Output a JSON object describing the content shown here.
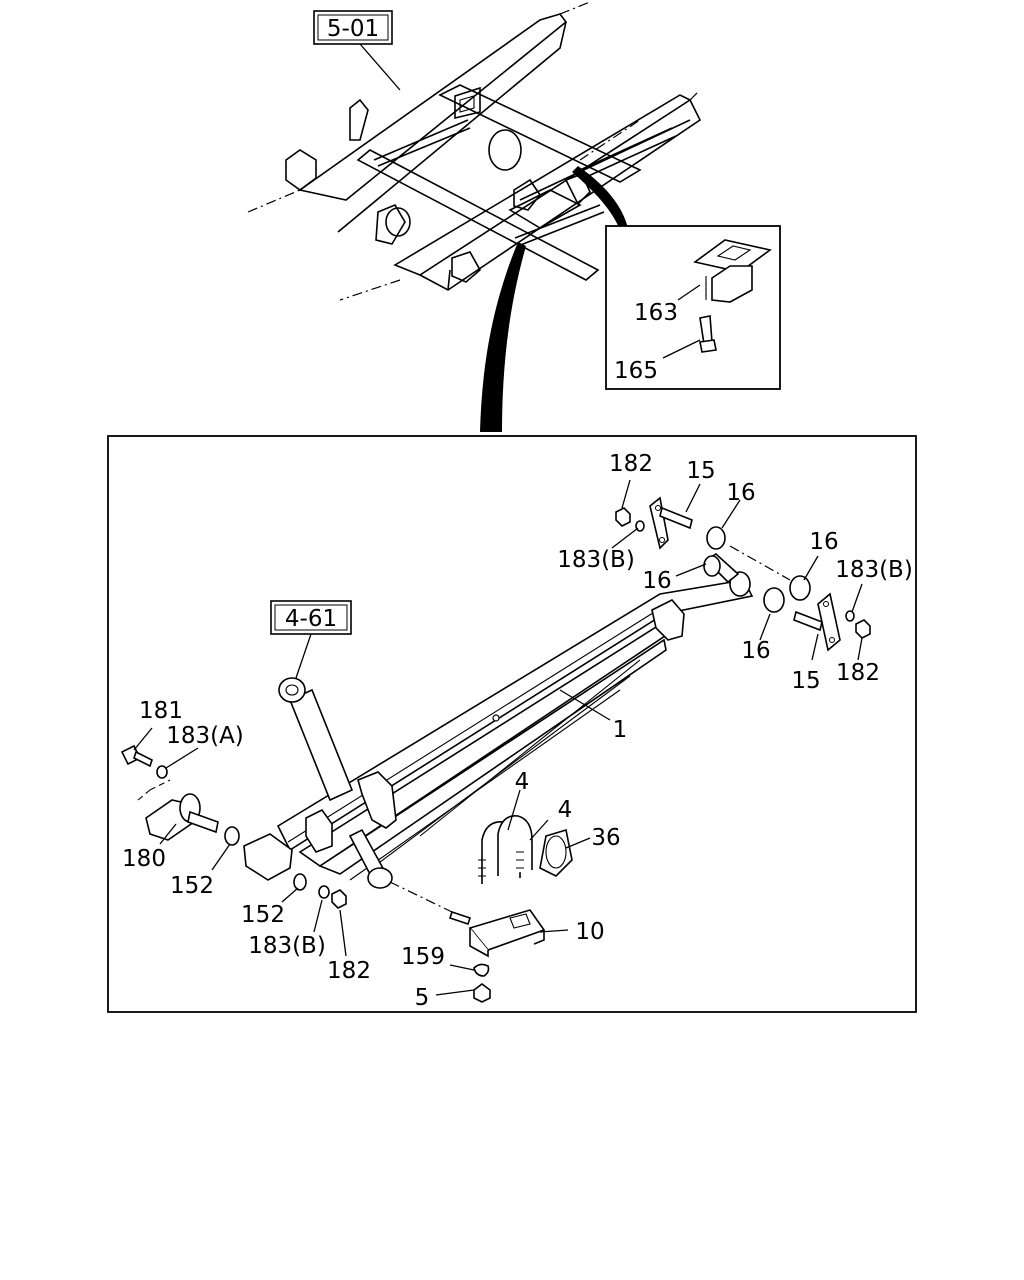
{
  "references": {
    "frame": "5-01",
    "shock_absorber": "4-61"
  },
  "parts": {
    "spring": "1",
    "nut_5": "5",
    "u_bolt_a": "4",
    "u_bolt_b": "4",
    "seat_10": "10",
    "seat_36": "36",
    "shackle_a": "15",
    "shackle_b": "15",
    "bush_a": "16",
    "bush_b": "16",
    "bush_c": "16",
    "bush_d": "16",
    "bush_152_a": "152",
    "bush_152_b": "152",
    "washer_159": "159",
    "bumper_163": "163",
    "bolt_165": "165",
    "pin_180": "180",
    "bolt_181": "181",
    "nut_182_a": "182",
    "nut_182_b": "182",
    "nut_182_c": "182",
    "washer_183a": "183(A)",
    "washer_183b_a": "183(B)",
    "washer_183b_b": "183(B)",
    "washer_183b_c": "183(B)"
  }
}
